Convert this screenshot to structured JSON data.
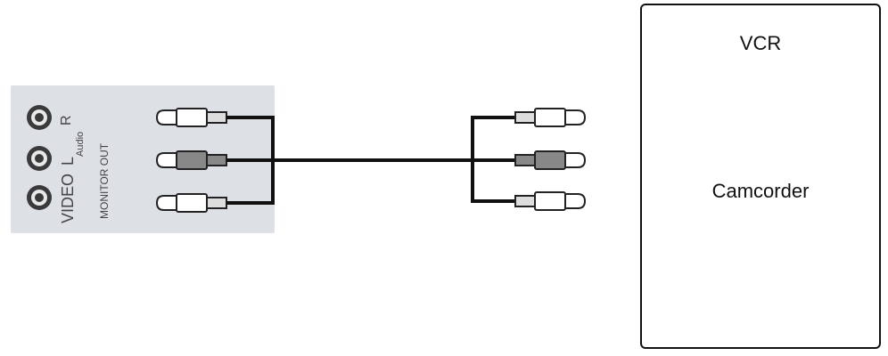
{
  "monitor_panel": {
    "labels": {
      "video": "VIDEO",
      "left": "L",
      "right": "R",
      "audio": "Audio",
      "monitor_out": "MONITOR OUT"
    },
    "ports": [
      "video-jack",
      "audio-left-jack",
      "audio-right-jack"
    ]
  },
  "devices": {
    "vcr_label": "VCR",
    "camcorder_label": "Camcorder"
  },
  "colors": {
    "panel": "#dde0e4",
    "cable": "#111111",
    "plug_body": "#555555",
    "box_border": "#111111"
  }
}
